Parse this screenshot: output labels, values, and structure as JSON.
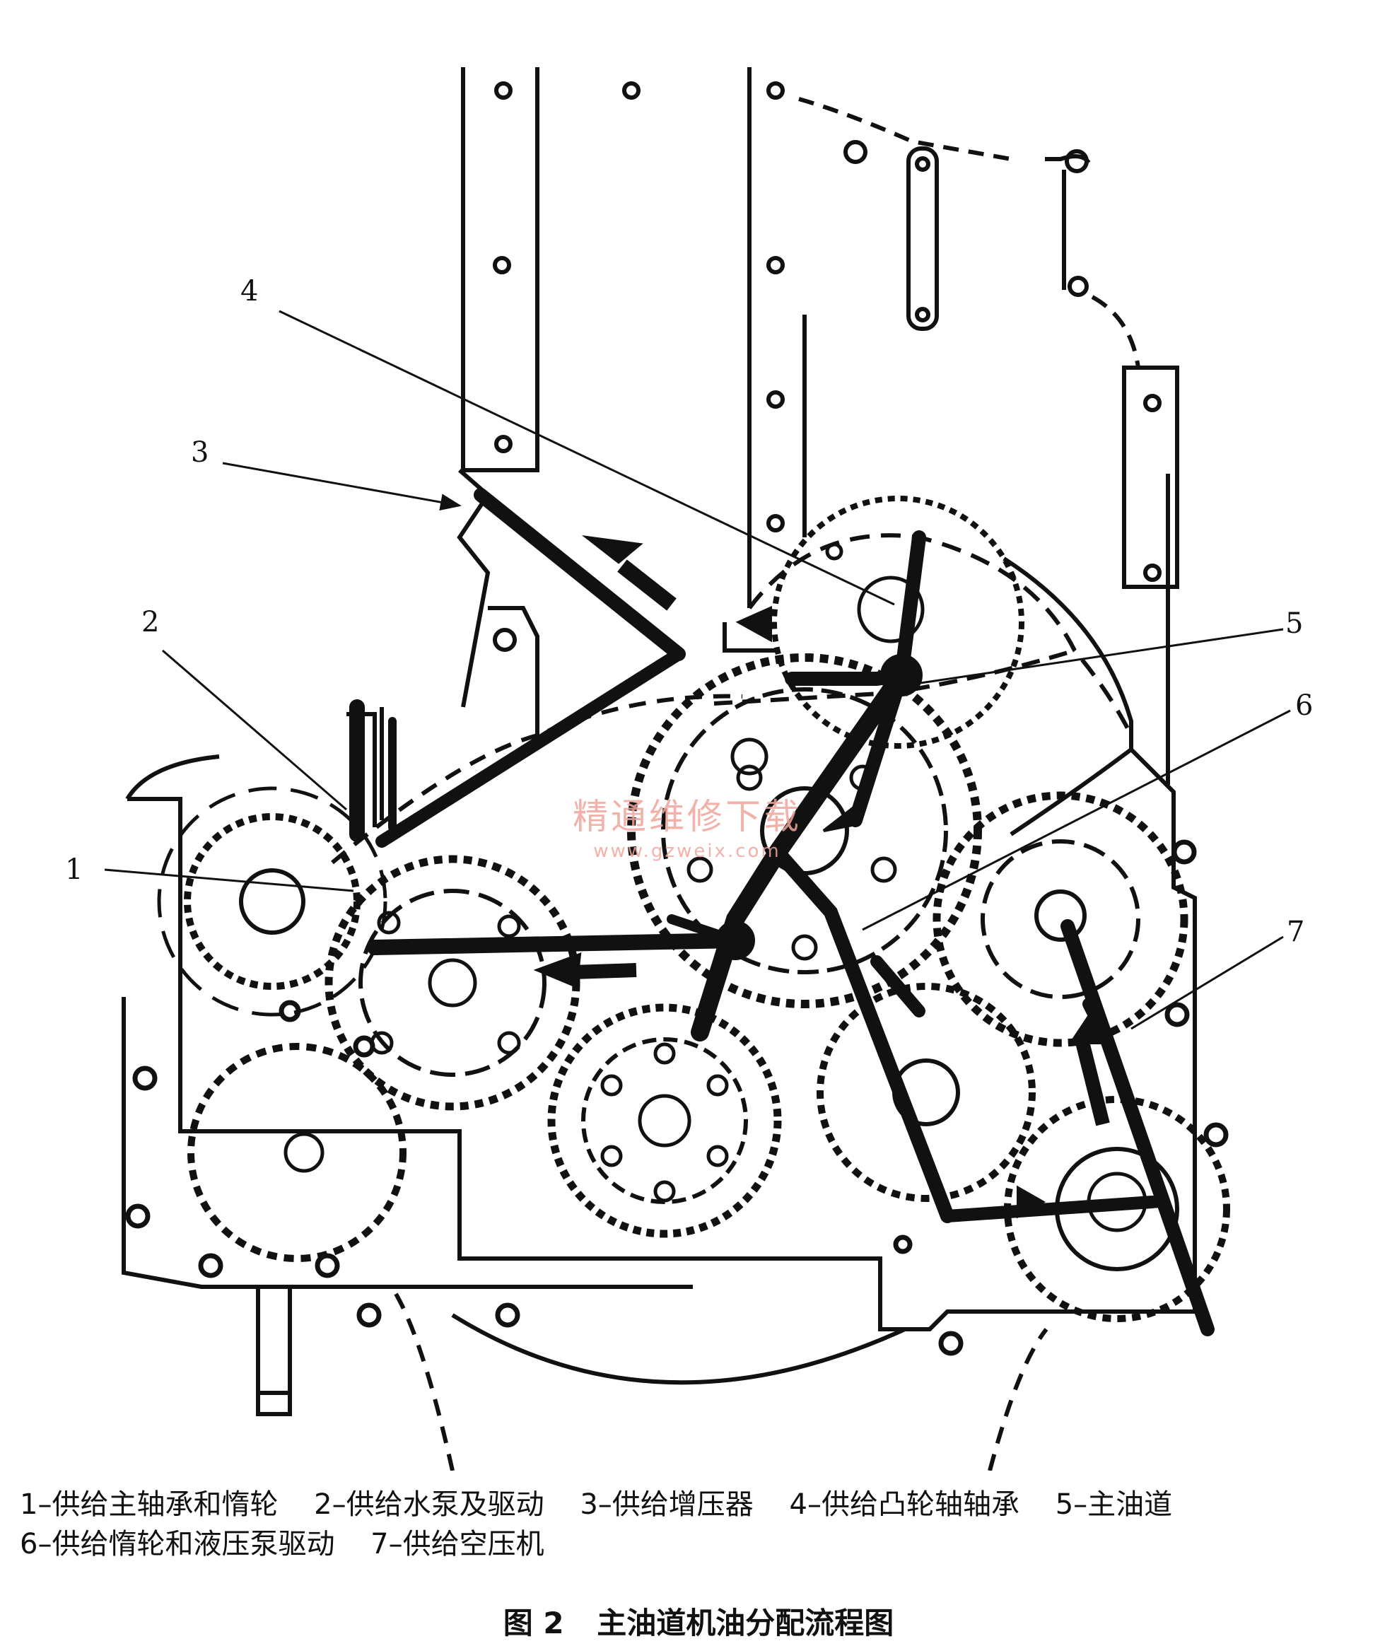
{
  "callouts": [
    {
      "id": "1",
      "text": "1"
    },
    {
      "id": "2",
      "text": "2"
    },
    {
      "id": "3",
      "text": "3"
    },
    {
      "id": "4",
      "text": "4"
    },
    {
      "id": "5",
      "text": "5"
    },
    {
      "id": "6",
      "text": "6"
    },
    {
      "id": "7",
      "text": "7"
    }
  ],
  "watermark": {
    "title": "精通维修下载",
    "url": "www.gzweix.com",
    "color": "#f2a59b"
  },
  "legend": {
    "row1": [
      "1–供给主轴承和惰轮",
      "2–供给水泵及驱动",
      "3–供给增压器",
      "4–供给凸轮轴轴承",
      "5–主油道"
    ],
    "row2": [
      "6–供给惰轮和液压泵驱动",
      "7–供给空压机"
    ]
  },
  "caption": {
    "figure_no": "图 2",
    "title": "主油道机油分配流程图"
  },
  "colors": {
    "ink": "#111111",
    "background": "#ffffff"
  }
}
